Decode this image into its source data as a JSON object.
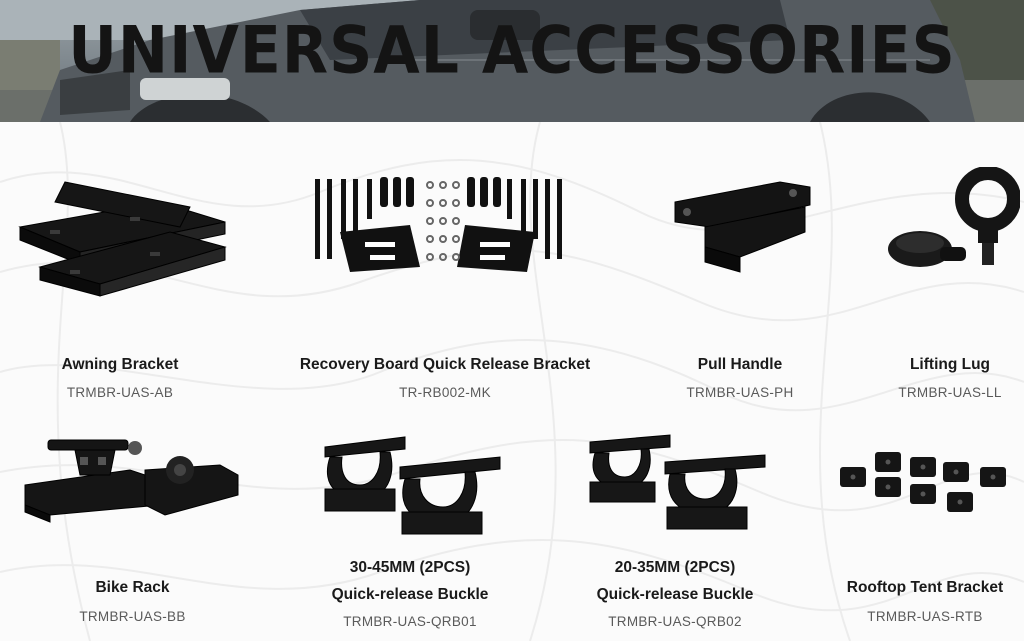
{
  "banner": {
    "title": "UNIVERSAL ACCESSORIES"
  },
  "products": [
    {
      "name": "Awning Bracket",
      "name2": "",
      "sku": "TRMBR-UAS-AB",
      "icon": "awning-bracket-icon"
    },
    {
      "name": "Recovery Board Quick Release Bracket",
      "name2": "",
      "sku": "TR-RB002-MK",
      "icon": "recovery-board-bracket-icon"
    },
    {
      "name": "Pull Handle",
      "name2": "",
      "sku": "TRMBR-UAS-PH",
      "icon": "pull-handle-icon"
    },
    {
      "name": "Lifting Lug",
      "name2": "",
      "sku": "TRMBR-UAS-LL",
      "icon": "lifting-lug-icon"
    },
    {
      "name": "Bike Rack",
      "name2": "",
      "sku": "TRMBR-UAS-BB",
      "icon": "bike-rack-icon"
    },
    {
      "name": "30-45MM (2PCS)",
      "name2": "Quick-release Buckle",
      "sku": "TRMBR-UAS-QRB01",
      "icon": "buckle-icon"
    },
    {
      "name": "20-35MM  (2PCS)",
      "name2": "Quick-release Buckle",
      "sku": "TRMBR-UAS-QRB02",
      "icon": "buckle-icon"
    },
    {
      "name": "Rooftop Tent Bracket",
      "name2": "",
      "sku": "TRMBR-UAS-RTB",
      "icon": "tent-bracket-icon"
    }
  ]
}
